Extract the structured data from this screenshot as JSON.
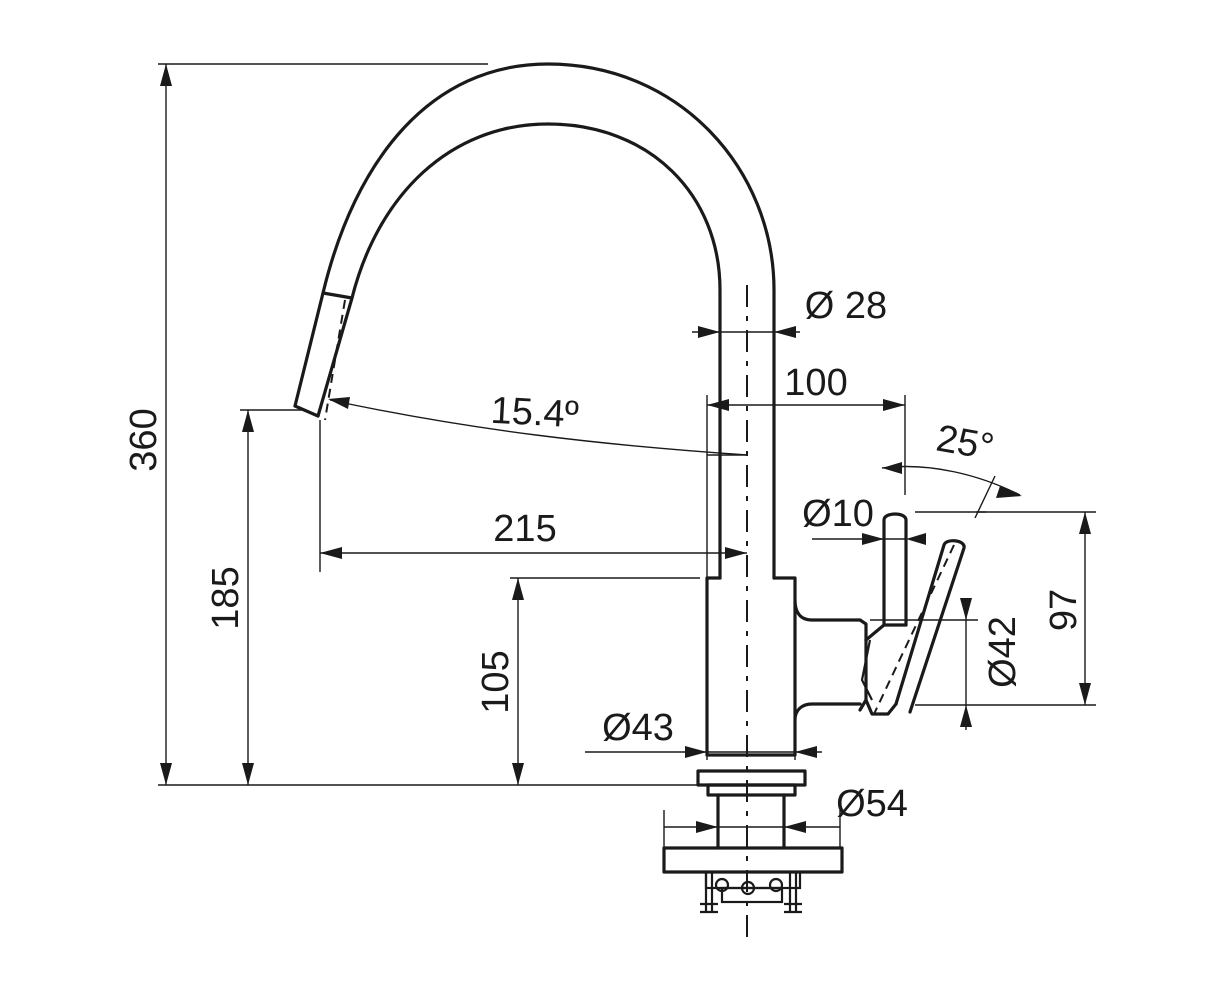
{
  "drawing": {
    "height_total": "360",
    "height_outlet": "185",
    "height_body": "105",
    "reach": "215",
    "lever_offset": "100",
    "spout_diameter": "Ø 28",
    "lever_diameter": "Ø10",
    "lever_base_diameter": "Ø42",
    "lever_height": "97",
    "body_diameter": "Ø43",
    "shank_diameter": "Ø54",
    "spray_angle": "15.4º",
    "lever_angle": "25°"
  }
}
